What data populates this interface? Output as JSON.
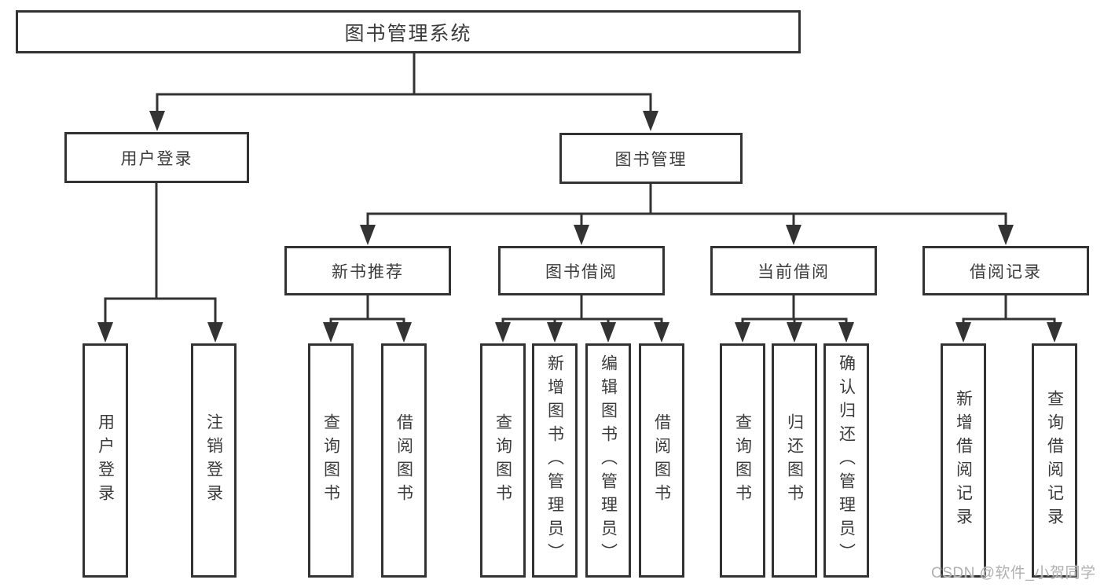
{
  "diagram": {
    "root": {
      "label": "图书管理系统"
    },
    "level2": {
      "user_login": {
        "label": "用户登录"
      },
      "book_mgmt": {
        "label": "图书管理"
      }
    },
    "level3": {
      "new_book_rec": {
        "label": "新书推荐"
      },
      "book_borrow": {
        "label": "图书借阅"
      },
      "current_borrow": {
        "label": "当前借阅"
      },
      "borrow_records": {
        "label": "借阅记录"
      }
    },
    "leaves": {
      "user_login": {
        "label": "用户登录"
      },
      "logout": {
        "label": "注销登录"
      },
      "rec_query_book": {
        "label": "查询图书"
      },
      "rec_borrow_book": {
        "label": "借阅图书"
      },
      "bb_query_book": {
        "label": "查询图书"
      },
      "bb_add_book_admin": {
        "label": "新增图书（管理员）"
      },
      "bb_edit_book_admin": {
        "label": "编辑图书（管理员）"
      },
      "bb_borrow_book": {
        "label": "借阅图书"
      },
      "cb_query_book": {
        "label": "查询图书"
      },
      "cb_return_book": {
        "label": "归还图书"
      },
      "cb_confirm_return_admin": {
        "label": "确认归还（管理员）"
      },
      "br_add_record": {
        "label": "新增借阅记录"
      },
      "br_query_record": {
        "label": "查询借阅记录"
      }
    }
  },
  "watermark": {
    "text": "CSDN @软件_小贺同学"
  },
  "colors": {
    "line": "#333333",
    "box_border": "#333333",
    "text": "#3b3b3b",
    "watermark_text": "#b0b0b0",
    "background": "#ffffff"
  }
}
